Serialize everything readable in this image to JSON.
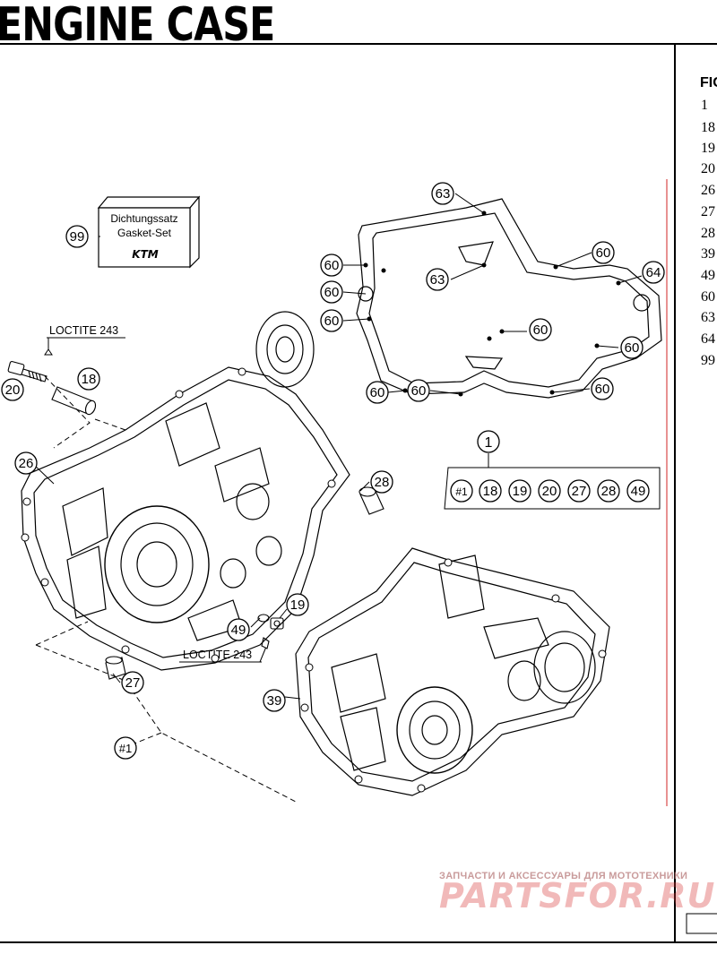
{
  "page": {
    "title": "ENGINE CASE"
  },
  "legend": {
    "header": "FIG",
    "rows": [
      "1",
      "18",
      "19",
      "20",
      "26",
      "27",
      "28",
      "39",
      "49",
      "60",
      "63",
      "64",
      "99"
    ]
  },
  "gasket_box": {
    "line1": "Dichtungssatz",
    "line2": "Gasket-Set",
    "brand": "KTM"
  },
  "notes": {
    "loctite_top": "LOCTITE 243",
    "loctite_bottom": "LOCTITE 243"
  },
  "callouts": {
    "c99": "99",
    "c20": "20",
    "c18": "18",
    "c26": "26",
    "c28": "28",
    "c19": "19",
    "c49": "49",
    "c27": "27",
    "c39": "39",
    "c_h1": "#1",
    "c63a": "63",
    "c63b": "63",
    "c64": "64",
    "c60a": "60",
    "c60b": "60",
    "c60c": "60",
    "c60d": "60",
    "c60e": "60",
    "c60f": "60",
    "c60g": "60",
    "c60h": "60",
    "c60i": "60",
    "c1": "1"
  },
  "kit": {
    "items": [
      "#1",
      "18",
      "19",
      "20",
      "27",
      "28",
      "49"
    ]
  },
  "watermark": {
    "line1": "ЗАПЧАСТИ И АКСЕССУАРЫ ДЛЯ МОТОТЕХНИКИ",
    "line2": "PARTSFOR.RU"
  },
  "colors": {
    "ink": "#000000",
    "accent_line": "#d84a4a",
    "watermark": "#d93a3a"
  }
}
